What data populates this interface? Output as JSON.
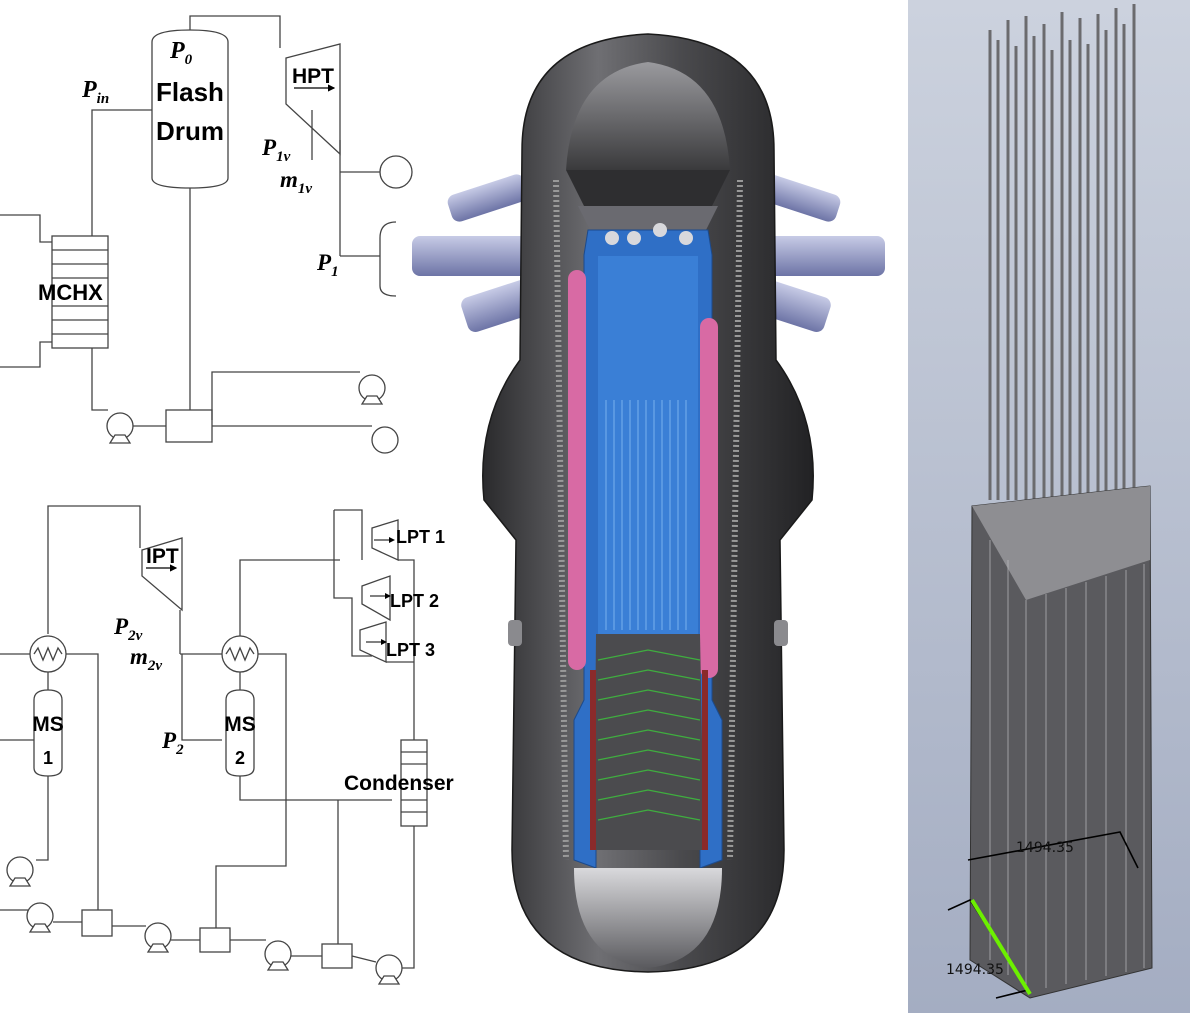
{
  "schematic_top": {
    "pressures": {
      "p_in": "P",
      "p_in_sub": "in",
      "p0": "P",
      "p0_sub": "0",
      "p1v": "P",
      "p1v_sub": "1v",
      "m1v": "m",
      "m1v_sub": "1v",
      "p1": "P",
      "p1_sub": "1"
    },
    "flash_drum_line1": "Flash",
    "flash_drum_line2": "Drum",
    "hpt": "HPT",
    "mchx": "MCHX"
  },
  "schematic_bottom": {
    "ipt": "IPT",
    "p2v": "P",
    "p2v_sub": "2v",
    "m2v": "m",
    "m2v_sub": "2v",
    "p2": "P",
    "p2_sub": "2",
    "ms1_line1": "MS",
    "ms1_line2": "1",
    "ms2_line1": "MS",
    "ms2_line2": "2",
    "lpt1": "LPT 1",
    "lpt2": "LPT 2",
    "lpt3": "LPT 3",
    "condenser": "Condenser"
  },
  "core_model": {
    "dimension_1": "1494.35",
    "dimension_2": "1494.35"
  },
  "colors": {
    "vessel_dark": "#3c3c3e",
    "vessel_mid": "#6e6e72",
    "barrel_blue": "#2f73c9",
    "riser_pink": "#d36aa0",
    "nozzle_blue": "#8b93c4",
    "core_green": "#3b9d3b",
    "bg_gradient_top": "#c9cfdb",
    "bg_gradient_bottom": "#aab3c6",
    "highlight": "#6cf000"
  }
}
